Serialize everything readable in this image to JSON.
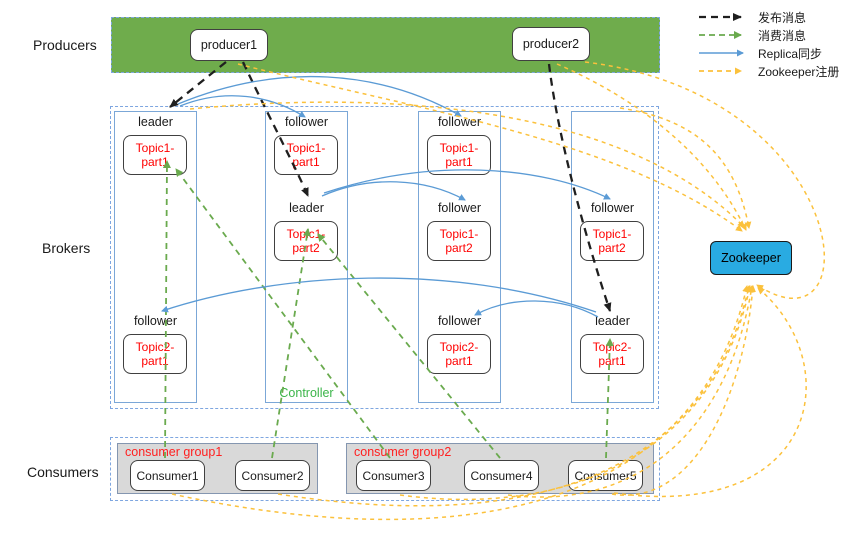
{
  "colors": {
    "publish": "#1f1f1f",
    "consume": "#6AAA4E",
    "replica": "#5B9BD5",
    "zookeeper_reg": "#FBC13C",
    "producers_banner": "#6FAC4C",
    "zookeeper_fill": "#29ABE2",
    "topic_text": "#FF0000",
    "group_label_text": "#FF2020",
    "controller_text": "#3CB54A"
  },
  "legend": {
    "items": [
      {
        "name": "publish",
        "label": "发布消息",
        "style": "dashed",
        "color": "#1f1f1f"
      },
      {
        "name": "consume",
        "label": "消费消息",
        "style": "dashed",
        "color": "#6AAA4E"
      },
      {
        "name": "replica",
        "label": "Replica同步",
        "style": "solid",
        "color": "#5B9BD5"
      },
      {
        "name": "zookeeper",
        "label": "Zookeeper注册",
        "style": "dashed",
        "color": "#FBC13C"
      }
    ]
  },
  "lanes": {
    "producers": "Producers",
    "brokers": "Brokers",
    "consumers": "Consumers"
  },
  "producers": {
    "producer1": "producer1",
    "producer2": "producer2"
  },
  "brokers": {
    "columns": [
      {
        "cells": {
          "row1": {
            "role": "leader",
            "topic_line1": "Topic1-",
            "topic_line2": "part1"
          },
          "row3": {
            "role": "follower",
            "topic_line1": "Topic2-",
            "topic_line2": "part1"
          }
        }
      },
      {
        "cells": {
          "row1": {
            "role": "follower",
            "topic_line1": "Topic1-",
            "topic_line2": "part1"
          },
          "row2": {
            "role": "leader",
            "topic_line1": "Topic1-",
            "topic_line2": "part2"
          }
        },
        "controller": "Controller"
      },
      {
        "cells": {
          "row1": {
            "role": "follower",
            "topic_line1": "Topic1-",
            "topic_line2": "part1"
          },
          "row2": {
            "role": "follower",
            "topic_line1": "Topic1-",
            "topic_line2": "part2"
          },
          "row3": {
            "role": "follower",
            "topic_line1": "Topic2-",
            "topic_line2": "part1"
          }
        }
      },
      {
        "cells": {
          "row2": {
            "role": "follower",
            "topic_line1": "Topic1-",
            "topic_line2": "part2"
          },
          "row3": {
            "role": "leader",
            "topic_line1": "Topic2-",
            "topic_line2": "part1"
          }
        }
      }
    ]
  },
  "zookeeper": {
    "label": "Zookeeper"
  },
  "consumers": {
    "groups": [
      {
        "label": "consumer group1",
        "members": [
          "Consumer1",
          "Consumer2"
        ]
      },
      {
        "label": "consumer group2",
        "members": [
          "Consumer3",
          "Consumer4",
          "Consumer5"
        ]
      }
    ]
  }
}
